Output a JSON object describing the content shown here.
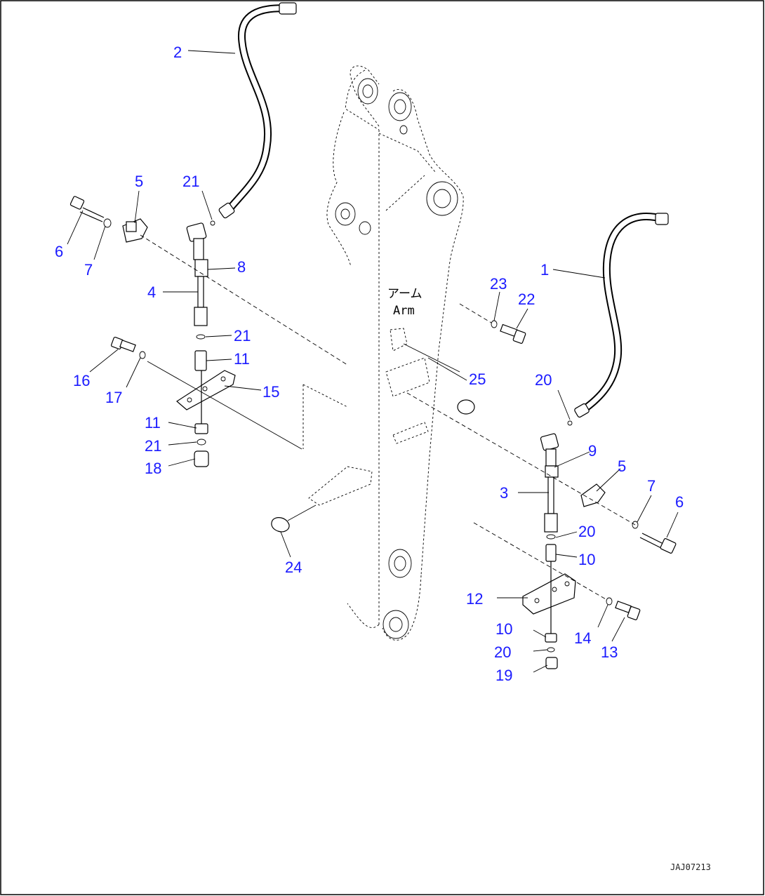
{
  "arm_label": {
    "jp": "アーム",
    "en": "Arm"
  },
  "drawing_code": "JAJ07213",
  "callouts": [
    {
      "id": "c2",
      "text": "2"
    },
    {
      "id": "c21a",
      "text": "21"
    },
    {
      "id": "c5a",
      "text": "5"
    },
    {
      "id": "c6a",
      "text": "6"
    },
    {
      "id": "c7a",
      "text": "7"
    },
    {
      "id": "c8",
      "text": "8"
    },
    {
      "id": "c4",
      "text": "4"
    },
    {
      "id": "c21b",
      "text": "21"
    },
    {
      "id": "c11a",
      "text": "11"
    },
    {
      "id": "c16",
      "text": "16"
    },
    {
      "id": "c17",
      "text": "17"
    },
    {
      "id": "c15",
      "text": "15"
    },
    {
      "id": "c11b",
      "text": "11"
    },
    {
      "id": "c21c",
      "text": "21"
    },
    {
      "id": "c18",
      "text": "18"
    },
    {
      "id": "c24",
      "text": "24"
    },
    {
      "id": "c1",
      "text": "1"
    },
    {
      "id": "c23",
      "text": "23"
    },
    {
      "id": "c22",
      "text": "22"
    },
    {
      "id": "c25",
      "text": "25"
    },
    {
      "id": "c20a",
      "text": "20"
    },
    {
      "id": "c9",
      "text": "9"
    },
    {
      "id": "c5b",
      "text": "5"
    },
    {
      "id": "c3",
      "text": "3"
    },
    {
      "id": "c7b",
      "text": "7"
    },
    {
      "id": "c6b",
      "text": "6"
    },
    {
      "id": "c20b",
      "text": "20"
    },
    {
      "id": "c10a",
      "text": "10"
    },
    {
      "id": "c12",
      "text": "12"
    },
    {
      "id": "c10b",
      "text": "10"
    },
    {
      "id": "c14",
      "text": "14"
    },
    {
      "id": "c13",
      "text": "13"
    },
    {
      "id": "c20c",
      "text": "20"
    },
    {
      "id": "c19",
      "text": "19"
    }
  ]
}
